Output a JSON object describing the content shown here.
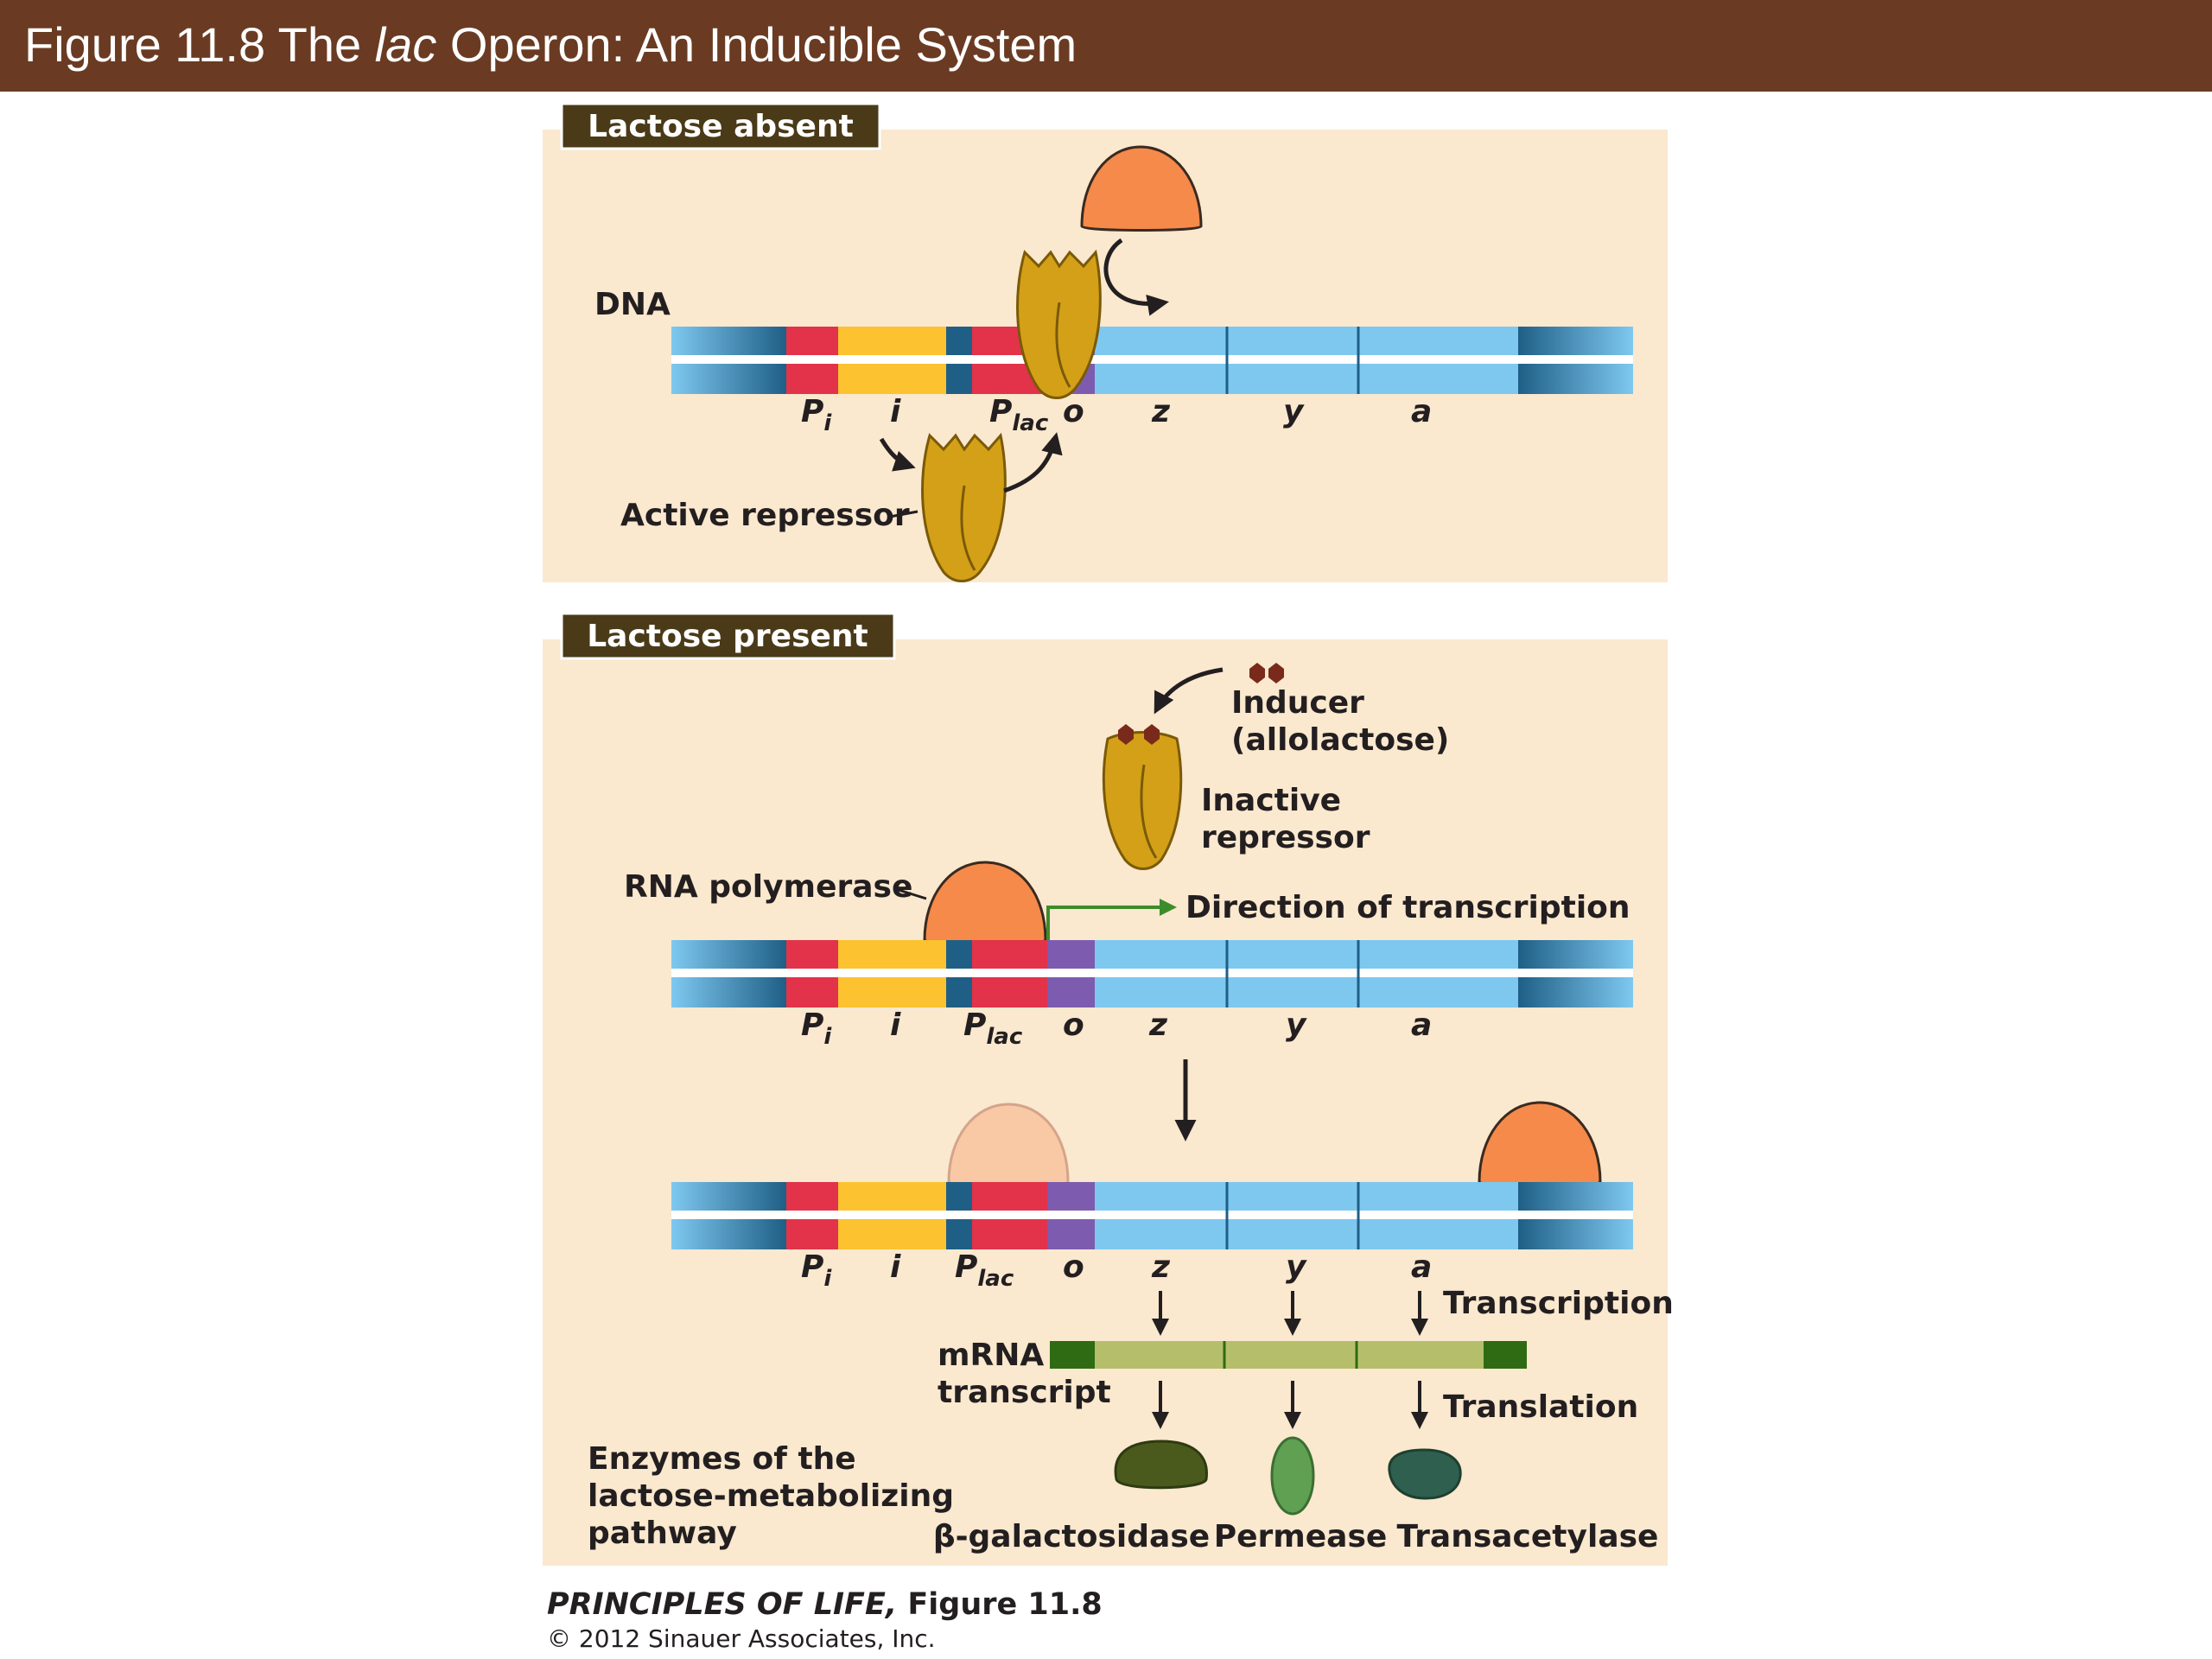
{
  "header": {
    "title_prefix": "Figure 11.8  The ",
    "title_italic": "lac",
    "title_suffix": " Operon: An Inducible System"
  },
  "panels": {
    "absent": {
      "tag": "Lactose absent",
      "dna_label": "DNA",
      "active_repressor": "Active repressor"
    },
    "present": {
      "tag": "Lactose present",
      "inducer_line1": "Inducer",
      "inducer_line2": "(allolactose)",
      "inactive_line1": "Inactive",
      "inactive_line2": "repressor",
      "rna_polymerase": "RNA polymerase",
      "direction": "Direction of transcription",
      "transcription": "Transcription",
      "translation": "Translation",
      "mrna_line1": "mRNA",
      "mrna_line2": "transcript",
      "enzymes_line1": "Enzymes of the",
      "enzymes_line2": "lactose-metabolizing",
      "enzymes_line3": "pathway",
      "enzyme_z": "β-galactosidase",
      "enzyme_y": "Permease",
      "enzyme_a": "Transacetylase"
    }
  },
  "genes": {
    "pi_main": "P",
    "pi_sub": "i",
    "i": "i",
    "plac_main": "P",
    "plac_sub": "lac",
    "o": "o",
    "z": "z",
    "y": "y",
    "a": "a"
  },
  "footer": {
    "book": "PRINCIPLES OF LIFE,",
    "figure": " Figure 11.8",
    "copyright": "© 2012 Sinauer Associates, Inc."
  },
  "colors": {
    "header": "#6a3b22",
    "panel_bg": "#fae8cf",
    "tag_bg": "#4a3a18",
    "promoter_red": "#e2334a",
    "gene_i_yellow": "#fcc230",
    "operator_purple": "#7d5cb0",
    "structural_blue": "#7ec8f0",
    "dna_dark_blue": "#1f5f86",
    "rna_polymerase": "#f58a4a",
    "repressor": "#d4a017",
    "inducer": "#7a2a1a",
    "mrna_light": "#b5bf6b",
    "mrna_dark": "#2f6b12",
    "arrow_green": "#3c8c2a"
  }
}
